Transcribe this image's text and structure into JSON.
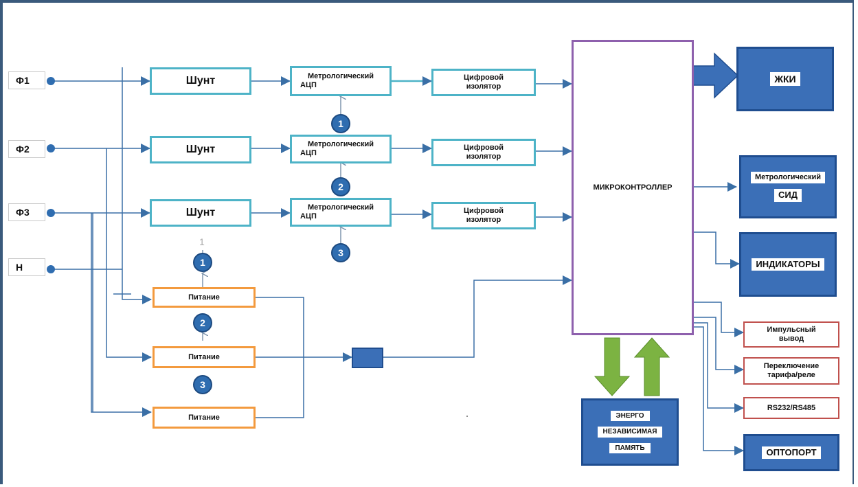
{
  "inputs": [
    "Ф1",
    "Ф2",
    "Ф3",
    "Н"
  ],
  "shunt_label": "Шунт",
  "adc_label_1": "Метрологический",
  "adc_label_2": "АЦП",
  "isolator_label_1": "Цифровой",
  "isolator_label_2": "изолятор",
  "power_label": "Питание",
  "adc_badges": [
    "1",
    "2",
    "3"
  ],
  "power_badges": [
    "1",
    "2",
    "3"
  ],
  "stray_digit": "1",
  "mcu_label": "МИКРОКОНТРОЛЛЕР",
  "lcd_label": "ЖКИ",
  "led_label_1": "Метрологический",
  "led_label_2": "СИД",
  "indicators_label": "ИНДИКАТОРЫ",
  "pulse_label_1": "Импульсный",
  "pulse_label_2": "вывод",
  "tariff_label_1": "Переключение",
  "tariff_label_2": "тарифа/реле",
  "serial_label": "RS232/RS485",
  "optoport_label": "ОПТОПОРТ",
  "nvm_label_1": "ЭНЕРГО",
  "nvm_label_2": "НЕЗАВИСИМАЯ",
  "nvm_label_3": "ПАМЯТЬ",
  "colors": {
    "wire": "#3a6fa6",
    "teal": "#4db3c7",
    "orange": "#f39a3e",
    "purple": "#8e60ad",
    "blue_block": "#3b6fb7",
    "red_border": "#c0504d",
    "green_arrow": "#7cb342",
    "badge": "#2f6db0"
  }
}
